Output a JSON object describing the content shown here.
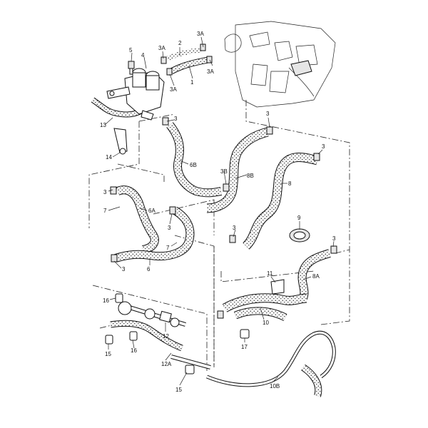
{
  "callouts": {
    "p1": "1",
    "p2": "2",
    "p3a_1": "3A",
    "p3a_2": "3A",
    "p3a_3": "3A",
    "p3a_4": "3A",
    "p4": "4",
    "p5": "5",
    "p3_1": "3",
    "p3_2": "3",
    "p3_3": "3",
    "p3_4": "3",
    "p3_5": "3",
    "p3_6": "3",
    "p3_7": "3",
    "p13": "13",
    "p14": "14",
    "p6b": "6B",
    "p3b": "3B",
    "p8b": "8B",
    "p8": "8",
    "p7_1": "7",
    "p7_2": "7",
    "p6a": "6A",
    "p6": "6",
    "p9": "9",
    "p11": "11",
    "p8a": "8A",
    "p10": "10",
    "p16_1": "16",
    "p16_2": "16",
    "p12": "12",
    "p12a": "12A",
    "p15_1": "15",
    "p15_2": "15",
    "p17": "17",
    "p10b": "10B"
  },
  "colors": {
    "line": "#111111",
    "hose_texture": "#f4f4f4",
    "background": "#ffffff"
  }
}
